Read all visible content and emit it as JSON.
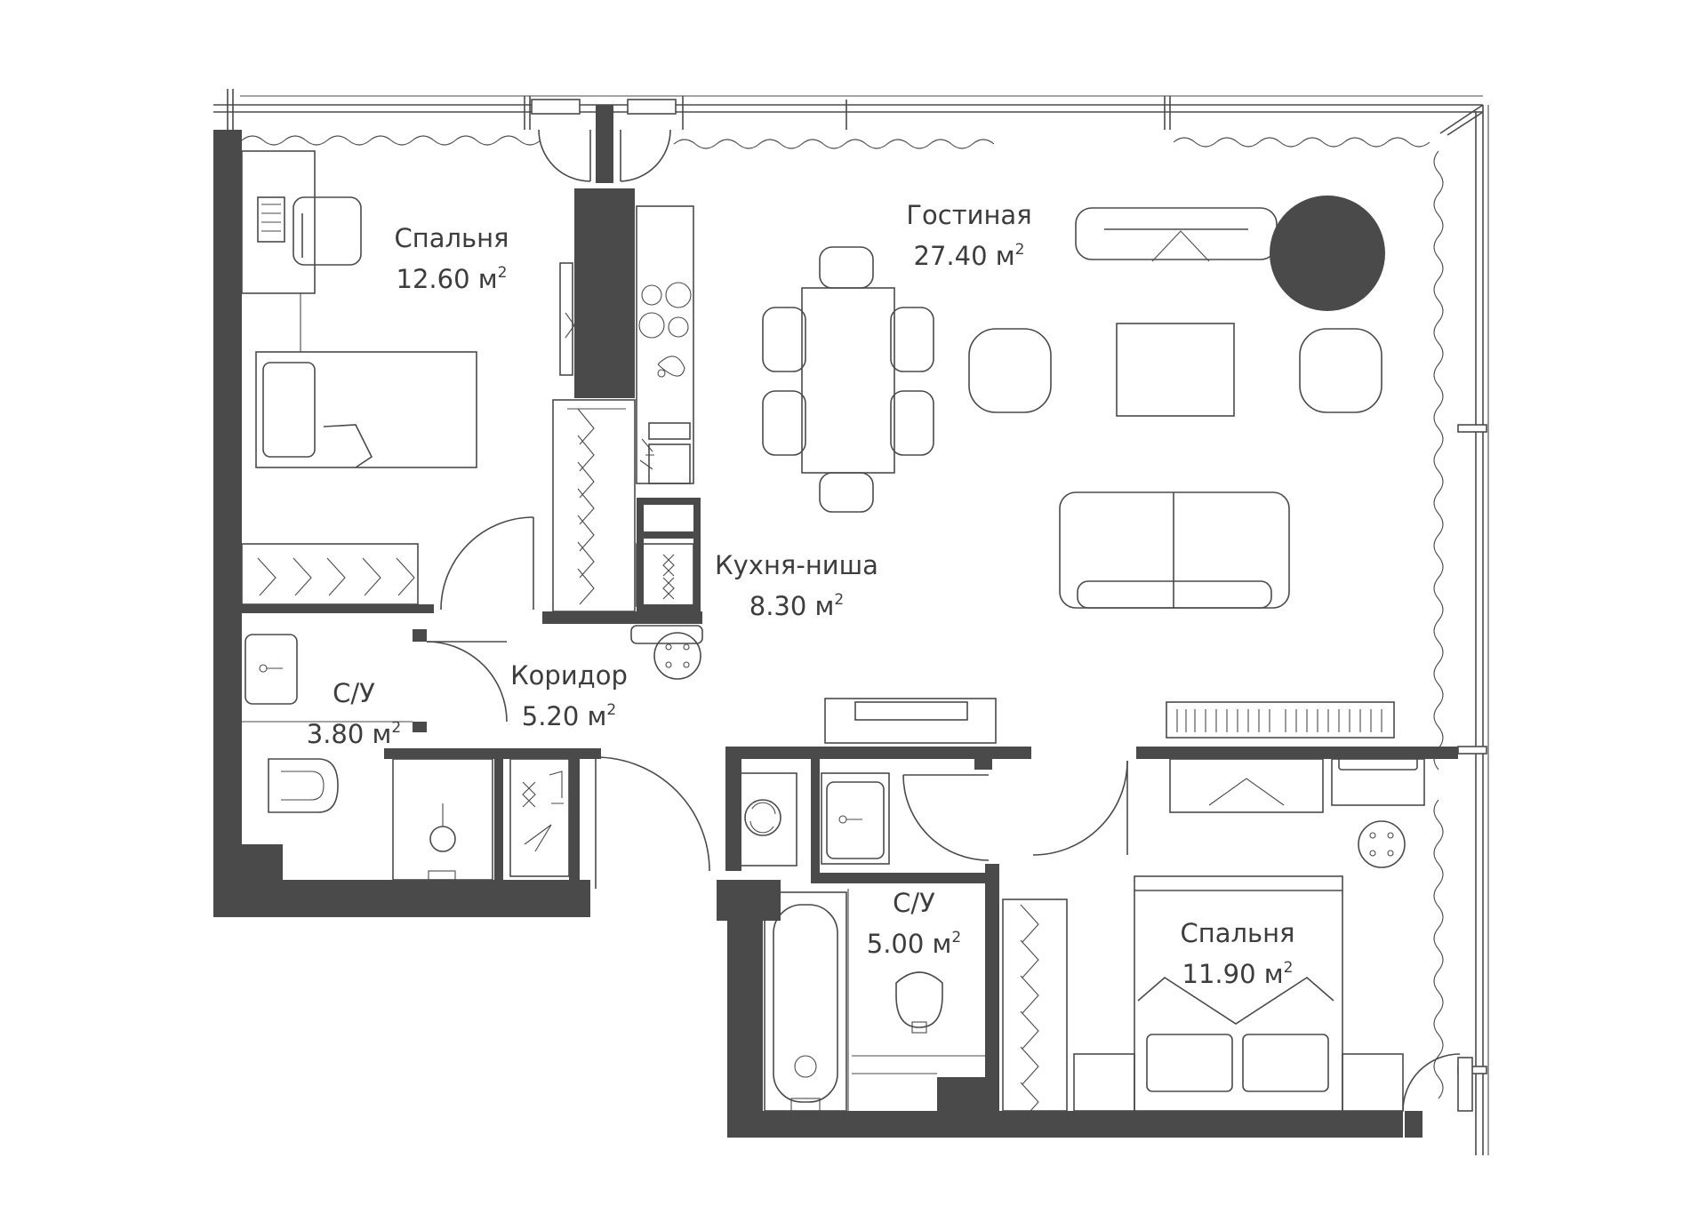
{
  "colors": {
    "wall": "#4a4a4a",
    "background": "#ffffff",
    "text": "#3d3d3d"
  },
  "rooms": [
    {
      "id": "bedroom-1",
      "name": "Спальня",
      "area": "12.60 м",
      "sup": "2"
    },
    {
      "id": "living",
      "name": "Гостиная",
      "area": "27.40 м",
      "sup": "2"
    },
    {
      "id": "kitchen",
      "name": "Кухня-ниша",
      "area": "8.30 м",
      "sup": "2"
    },
    {
      "id": "corridor",
      "name": "Коридор",
      "area": "5.20 м",
      "sup": "2"
    },
    {
      "id": "bath-1",
      "name": "С/У",
      "area": "3.80 м",
      "sup": "2"
    },
    {
      "id": "bath-2",
      "name": "С/У",
      "area": "5.00 м",
      "sup": "2"
    },
    {
      "id": "bedroom-2",
      "name": "Спальня",
      "area": "11.90 м",
      "sup": "2"
    }
  ]
}
